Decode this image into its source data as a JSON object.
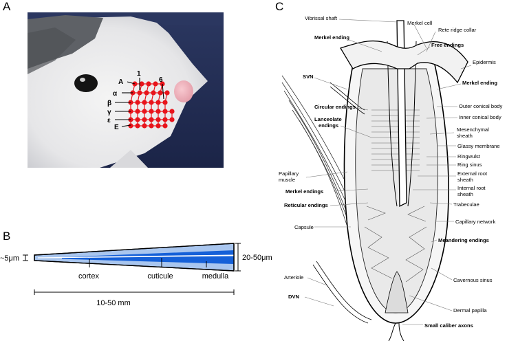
{
  "panels": {
    "a": "A",
    "b": "B",
    "c": "C"
  },
  "panel_a": {
    "row_labels": [
      "A",
      "α",
      "β",
      "γ",
      "ε",
      "E"
    ],
    "col_labels": [
      "1",
      "6"
    ],
    "dot_color": "#e8141b"
  },
  "panel_b": {
    "left_dim": "~5μm",
    "right_dim": "20-50μm",
    "length_dim": "10-50 mm",
    "labels": [
      "cortex",
      "cuticule",
      "medulla"
    ],
    "colors": {
      "outer": "#a9c6ef",
      "medulla": "#1560d8",
      "cortex": "#ffffff"
    }
  },
  "panel_c": {
    "labels": {
      "vibrissal_shaft": "Vibrissal shaft",
      "merkel_cell": "Merkel cell",
      "rete_ridge_collar": "Rete ridge collar",
      "merkel_ending_top": "Merkel ending",
      "free_endings": "Free endings",
      "epidermis": "Epidermis",
      "svn": "SVN",
      "merkel_ending_right": "Merkel ending",
      "circular_endings": "Circular endings",
      "outer_conical_body": "Outer conical body",
      "lanceolate": "Lanceolate",
      "endings": "endings",
      "inner_conical_body": "Inner conical body",
      "mesenchymal": "Mesenchymal",
      "sheath1": "sheath",
      "glassy_membrane": "Glassy membrane",
      "ringwulst": "Ringwulst",
      "papillary": "Papillary",
      "muscle": "muscle",
      "ring_sinus": "Ring sinus",
      "external_root": "External root",
      "sheath2": "sheath",
      "internal_root": "Internal root",
      "sheath3": "sheath",
      "merkel_endings": "Merkel endings",
      "reticular_endings": "Reticular endings",
      "trabeculae": "Trabeculae",
      "capsule": "Capsule",
      "capillary_network": "Capillary network",
      "meandering_endings": "Meandering endings",
      "arteriole": "Arteriole",
      "cavernous_sinus": "Cavernous sinus",
      "dvn": "DVN",
      "dermal_papilla": "Dermal papilla",
      "small_caliber_axons": "Small caliber axons"
    }
  }
}
